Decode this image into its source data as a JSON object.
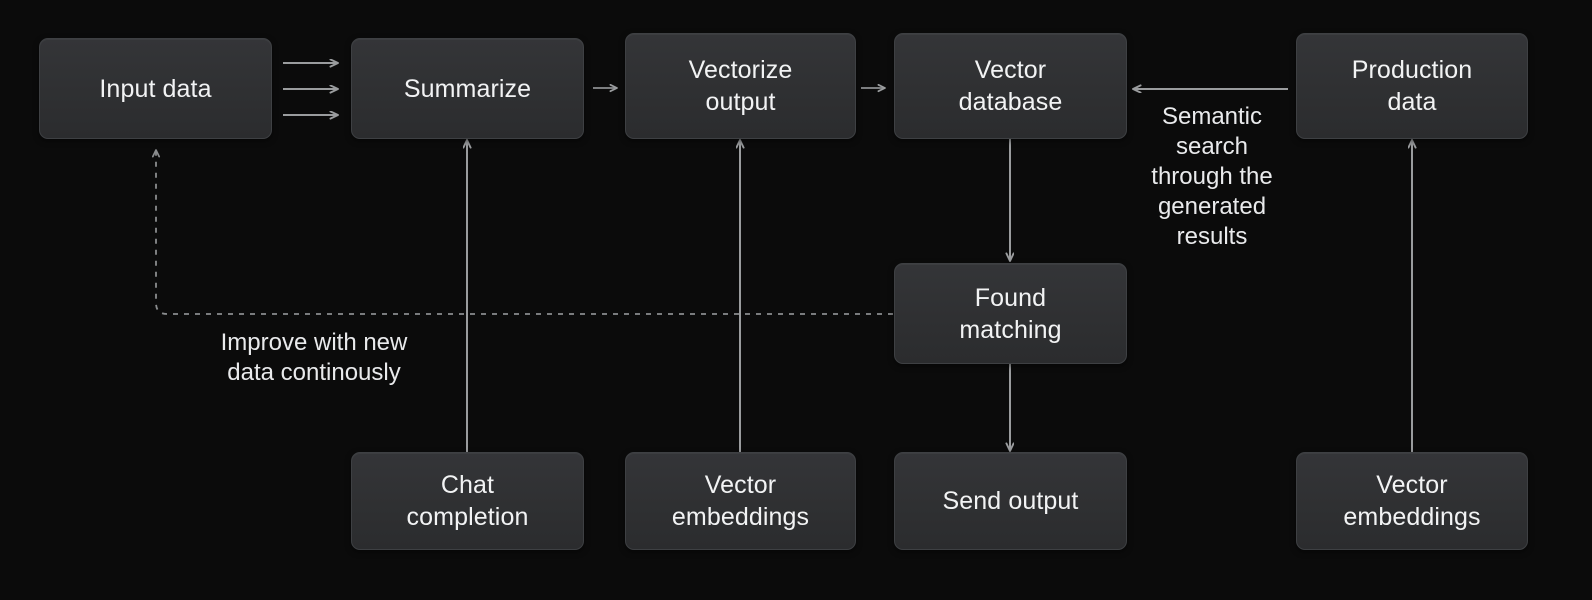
{
  "diagram": {
    "title": "LLM data pipeline with vector database flow",
    "background_color": "#0b0b0b",
    "node_fill_color": "#2f3032",
    "node_border_color": "#3e4043",
    "edge_color": "#9a9c9e",
    "text_color": "#f2f3f4",
    "nodes": [
      {
        "id": "input-data",
        "label": "Input data"
      },
      {
        "id": "summarize",
        "label": "Summarize"
      },
      {
        "id": "vectorize-output",
        "label": "Vectorize\noutput"
      },
      {
        "id": "vector-database",
        "label": "Vector\ndatabase"
      },
      {
        "id": "production-data",
        "label": "Production\ndata"
      },
      {
        "id": "found-matching",
        "label": "Found\nmatching"
      },
      {
        "id": "chat-completion",
        "label": "Chat\ncompletion"
      },
      {
        "id": "vector-embeddings-mid",
        "label": "Vector\nembeddings"
      },
      {
        "id": "send-output",
        "label": "Send output"
      },
      {
        "id": "vector-embeddings-right",
        "label": "Vector\nembeddings"
      }
    ],
    "edge_labels": [
      {
        "id": "semantic-search",
        "text": "Semantic\nsearch\nthrough the\ngenerated\nresults"
      },
      {
        "id": "improve-loop",
        "text": "Improve with new\ndata continously"
      }
    ],
    "edges": [
      {
        "from": "input-data",
        "to": "summarize",
        "style": "solid",
        "multiplicity": 3,
        "direction": "right"
      },
      {
        "from": "summarize",
        "to": "vectorize-output",
        "style": "solid",
        "multiplicity": 1,
        "direction": "right"
      },
      {
        "from": "vectorize-output",
        "to": "vector-database",
        "style": "solid",
        "multiplicity": 1,
        "direction": "right"
      },
      {
        "from": "production-data",
        "to": "vector-database",
        "style": "solid",
        "multiplicity": 1,
        "direction": "left",
        "label": "semantic-search"
      },
      {
        "from": "vector-database",
        "to": "found-matching",
        "style": "solid",
        "multiplicity": 1,
        "direction": "down"
      },
      {
        "from": "found-matching",
        "to": "send-output",
        "style": "solid",
        "multiplicity": 1,
        "direction": "down"
      },
      {
        "from": "chat-completion",
        "to": "summarize",
        "style": "solid",
        "multiplicity": 1,
        "direction": "up"
      },
      {
        "from": "vector-embeddings-mid",
        "to": "vectorize-output",
        "style": "solid",
        "multiplicity": 1,
        "direction": "up"
      },
      {
        "from": "vector-embeddings-right",
        "to": "production-data",
        "style": "solid",
        "multiplicity": 1,
        "direction": "up"
      },
      {
        "from": "found-matching",
        "to": "input-data",
        "style": "dashed",
        "multiplicity": 1,
        "direction": "up",
        "label": "improve-loop"
      }
    ]
  }
}
